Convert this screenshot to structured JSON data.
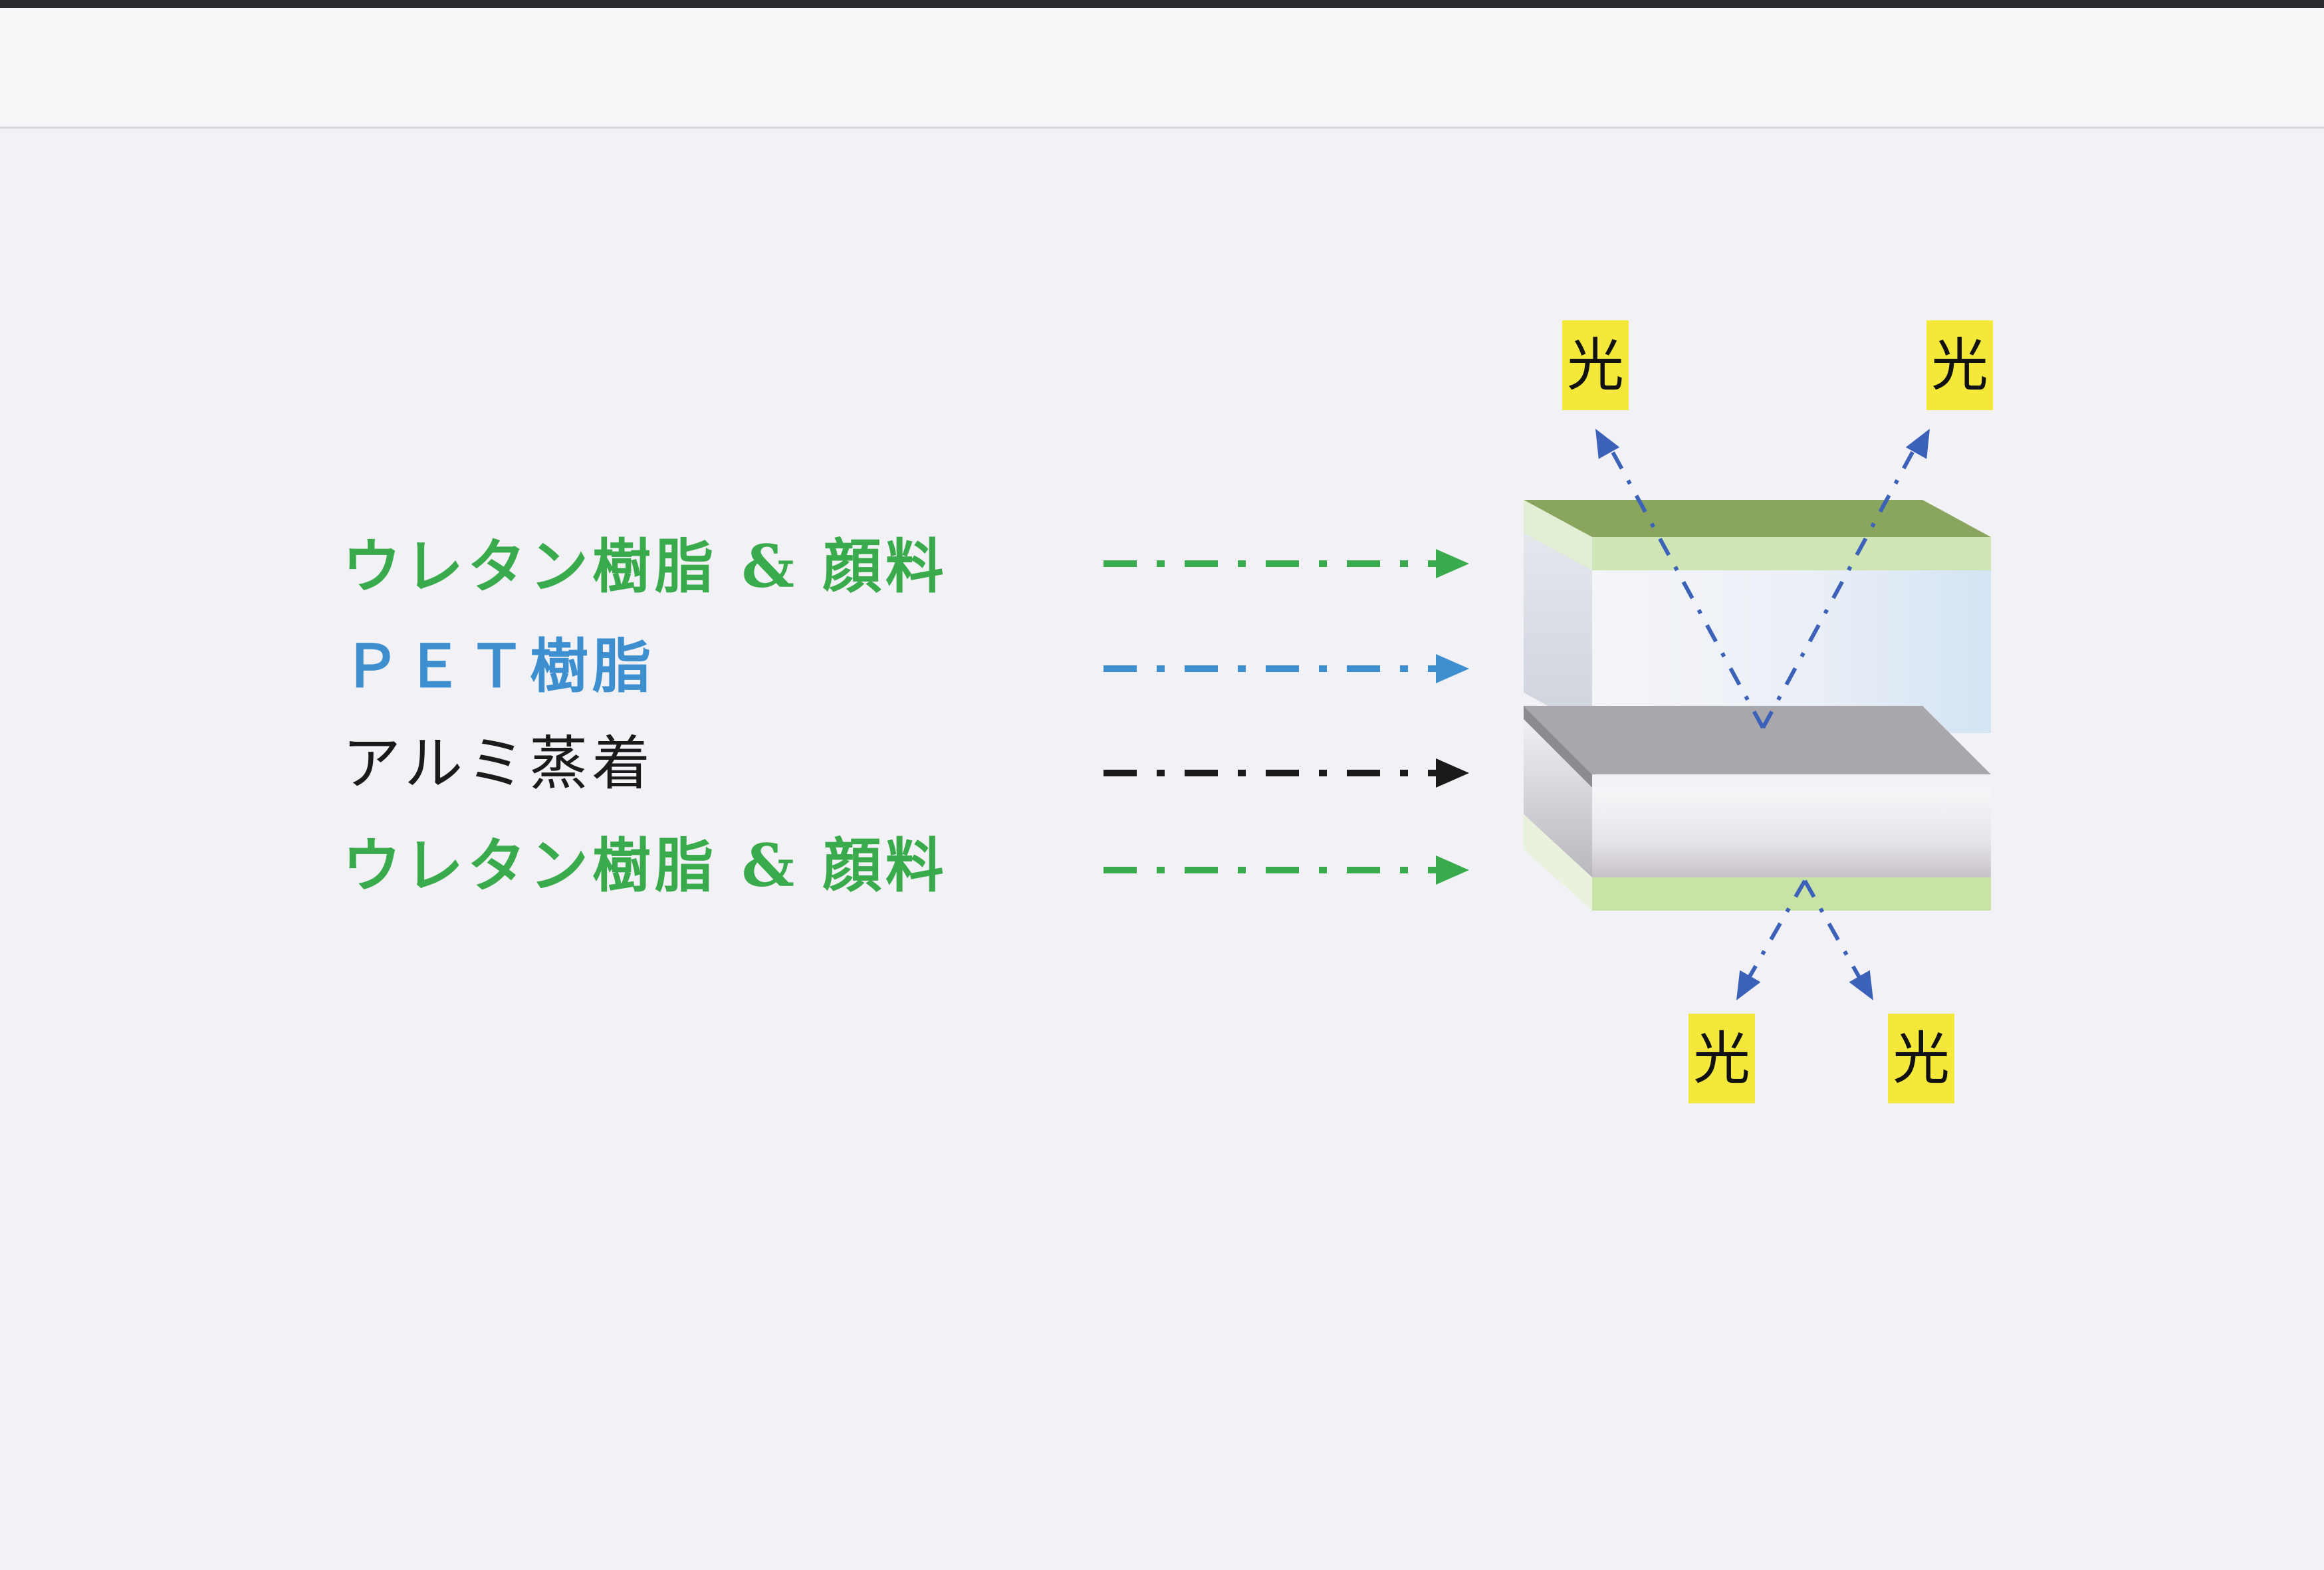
{
  "layers": [
    {
      "label": "ウレタン樹脂 & 顔料",
      "color": "#3aab4c"
    },
    {
      "label": "ＰＥＴ樹脂",
      "color": "#3d8fd0"
    },
    {
      "label": "アルミ蒸着",
      "color": "#1a1a1a"
    },
    {
      "label": "ウレタン樹脂 & 顔料",
      "color": "#3aab4c"
    }
  ],
  "light": {
    "label": "光",
    "tag_color": "#f4e83a",
    "ray_color": "#3b62b8"
  },
  "diagram_colors": {
    "top_film": "#8aa55e",
    "bottom_film": "#c9e3a6",
    "aluminum": "#a9a7ab",
    "pet_tint": "#d9e8f5",
    "page_edge": "#2a2a2e"
  }
}
